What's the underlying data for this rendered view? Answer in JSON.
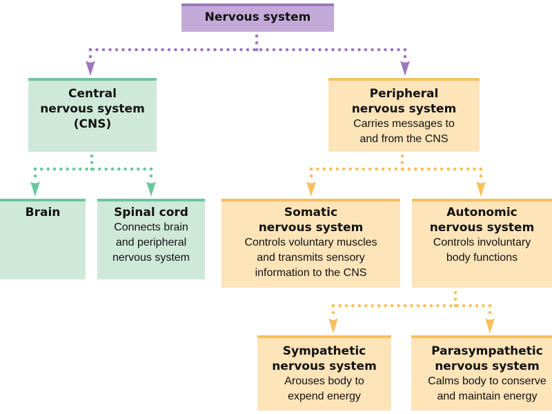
{
  "diagram": {
    "colors": {
      "purple_fill": "#c3a9d8",
      "purple_accent": "#9a78bd",
      "green_fill": "#cfe9d9",
      "green_accent": "#6cc59f",
      "orange_fill": "#fde4b9",
      "orange_accent": "#f7bf5d"
    },
    "nodes": {
      "nervous_system": {
        "title": "Nervous system"
      },
      "cns": {
        "title": "Central nervous system (CNS)",
        "lines": [
          "Central",
          "nervous system",
          "(CNS)"
        ]
      },
      "pns": {
        "title_lines": [
          "Peripheral",
          "nervous system"
        ],
        "desc_lines": [
          "Carries messages to",
          "and from the CNS"
        ]
      },
      "brain": {
        "title": "Brain"
      },
      "spinal_cord": {
        "title": "Spinal cord",
        "desc_lines": [
          "Connects brain",
          "and peripheral",
          "nervous system"
        ]
      },
      "somatic": {
        "title_lines": [
          "Somatic",
          "nervous system"
        ],
        "desc_lines": [
          "Controls voluntary muscles",
          "and transmits sensory",
          "information to the CNS"
        ]
      },
      "autonomic": {
        "title_lines": [
          "Autonomic",
          "nervous system"
        ],
        "desc_lines": [
          "Controls involuntary",
          "body functions"
        ]
      },
      "sympathetic": {
        "title_lines": [
          "Sympathetic",
          "nervous system"
        ],
        "desc_lines": [
          "Arouses body to",
          "expend energy"
        ]
      },
      "parasympathetic": {
        "title_lines": [
          "Parasympathetic",
          "nervous system"
        ],
        "desc_lines": [
          "Calms body to conserve",
          "and maintain energy"
        ]
      }
    },
    "edges": [
      {
        "from": "nervous_system",
        "to": "cns"
      },
      {
        "from": "nervous_system",
        "to": "pns"
      },
      {
        "from": "cns",
        "to": "brain"
      },
      {
        "from": "cns",
        "to": "spinal_cord"
      },
      {
        "from": "pns",
        "to": "somatic"
      },
      {
        "from": "pns",
        "to": "autonomic"
      },
      {
        "from": "autonomic",
        "to": "sympathetic"
      },
      {
        "from": "autonomic",
        "to": "parasympathetic"
      }
    ]
  }
}
